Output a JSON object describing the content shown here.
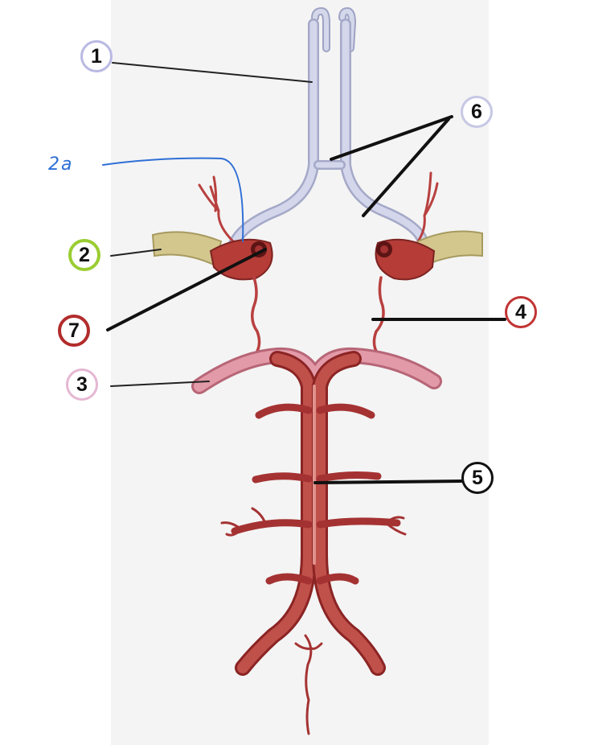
{
  "labels": {
    "l1": "1",
    "l2": "2",
    "l2a": "2a",
    "l3": "3",
    "l4": "4",
    "l5": "5",
    "l6": "6",
    "l7": "7"
  },
  "colors": {
    "label1_ring": "#b9b9e3",
    "label2_ring": "#9acd32",
    "label3_ring": "#e5b7d2",
    "label4_ring": "#c23434",
    "label5_ring": "#111111",
    "label6_ring": "#c6c8e4",
    "label7_ring": "#b22c2c",
    "vein": "#c9cde0",
    "artery": "#b8403f",
    "pink_vessel": "#e39aa8",
    "khaki_vessel": "#d3c78e",
    "handwriting": "#2f6fd6"
  }
}
